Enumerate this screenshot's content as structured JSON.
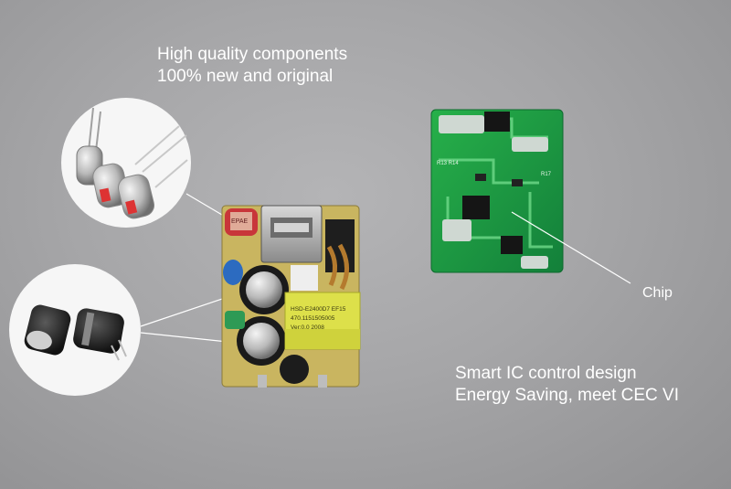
{
  "captions": {
    "top_line1": "High quality components",
    "top_line2": "100% new and original",
    "bottom_line1": "Smart IC control design",
    "bottom_line2": "Energy Saving, meet CEC VI",
    "chip_label": "Chip"
  },
  "component_markings": {
    "capacitor_small": "EPAE",
    "transformer_line1": "HSD-E2400D7 EF15",
    "transformer_line2": "470.1151505005",
    "transformer_line3": "Ver:0.0 2008"
  },
  "colors": {
    "background": "#a6a6a8",
    "caption_text": "#ffffff",
    "pcb_green": "#1d9a3c",
    "pcb_yellow": "#c9b560",
    "transformer_yellow": "#dde04a"
  }
}
